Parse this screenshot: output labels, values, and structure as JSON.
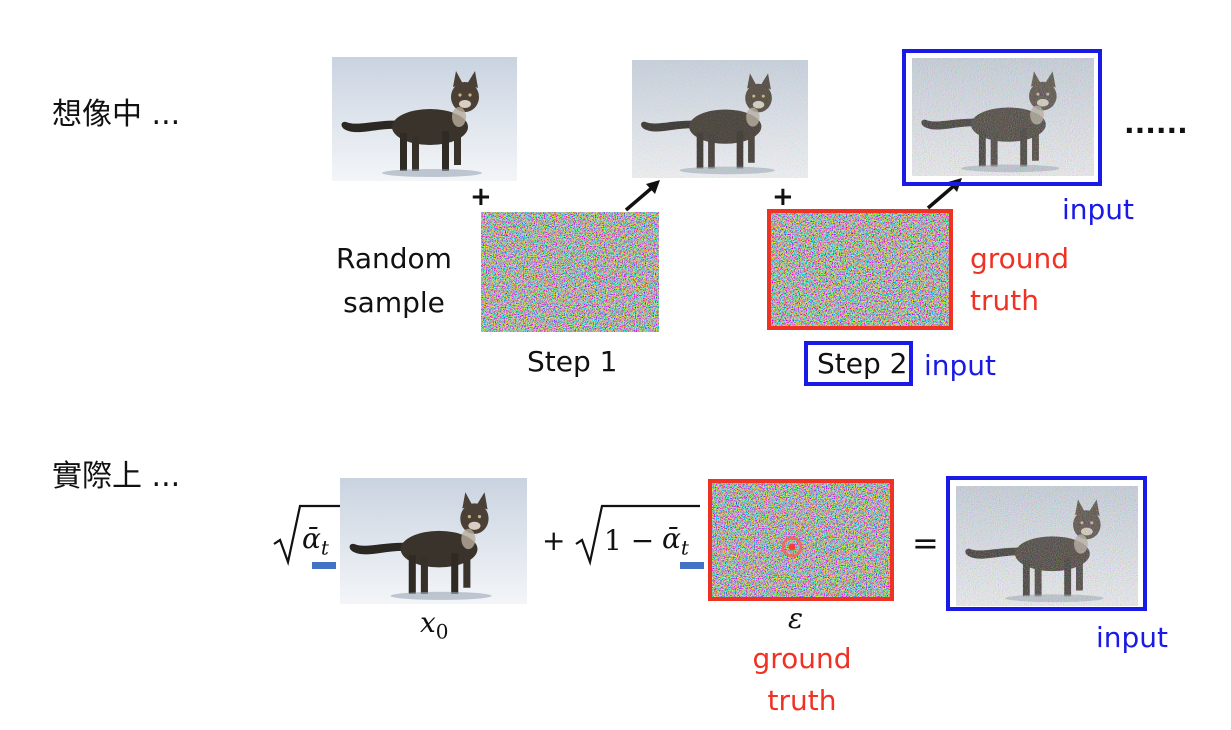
{
  "sections": {
    "imagine": "想像中 ...",
    "actual": "實際上 ..."
  },
  "top": {
    "random_sample_line1": "Random",
    "random_sample_line2": "sample",
    "step1": "Step 1",
    "step2": "Step 2",
    "step2_input": "input",
    "plus": "+",
    "ellipsis": "......",
    "input_label": "input",
    "ground_truth_line1": "ground",
    "ground_truth_line2": "truth"
  },
  "bottom": {
    "sqrt_alpha": "ᾱ",
    "sub_t": "t",
    "x0_var": "x",
    "x0_sub": "0",
    "plus_sqrt_text": "1 − ",
    "plus": "+",
    "equals": "=",
    "epsilon": "ε",
    "ground_truth_line1": "ground",
    "ground_truth_line2": "truth",
    "input_label": "input"
  },
  "colors": {
    "blue_frame": "#1a1ae6",
    "red_frame": "#f03224",
    "underline": "#4472c4"
  },
  "icons": {
    "arrow": "arrow-up-right-icon",
    "cat": "cat-photo",
    "noise": "noise-image"
  }
}
